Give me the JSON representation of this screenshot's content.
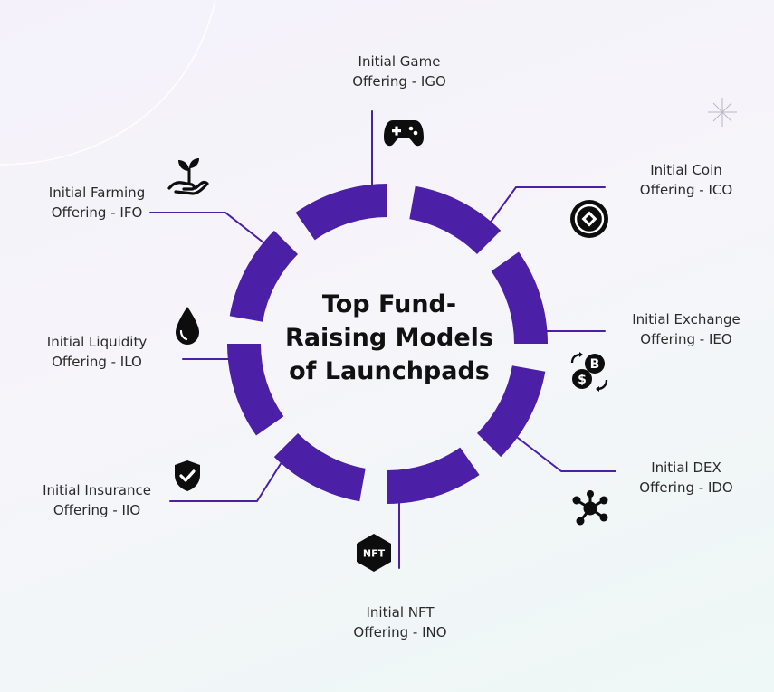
{
  "title": {
    "line1": "Top Fund-",
    "line2": "Raising Models",
    "line3": "of Launchpads"
  },
  "colors": {
    "ring": "#4b1fa6",
    "connector": "#4b1fa6",
    "text": "#2a2a2a",
    "title": "#111111",
    "icon": "#0d0d0d"
  },
  "models": [
    {
      "id": "igo",
      "line1": "Initial Game",
      "line2": "Offering - IGO",
      "icon": "gamepad-icon"
    },
    {
      "id": "ico",
      "line1": "Initial Coin",
      "line2": "Offering - ICO",
      "icon": "coin-icon"
    },
    {
      "id": "ieo",
      "line1": "Initial Exchange",
      "line2": "Offering - IEO",
      "icon": "currency-exchange-icon"
    },
    {
      "id": "ido",
      "line1": "Initial DEX",
      "line2": "Offering - IDO",
      "icon": "network-icon"
    },
    {
      "id": "ino",
      "line1": "Initial NFT",
      "line2": "Offering - INO",
      "icon": "nft-hexagon-icon",
      "icon_text": "NFT"
    },
    {
      "id": "iio",
      "line1": "Initial Insurance",
      "line2": "Offering - IIO",
      "icon": "shield-check-icon"
    },
    {
      "id": "ilo",
      "line1": "Initial Liquidity",
      "line2": "Offering - ILO",
      "icon": "drop-icon"
    },
    {
      "id": "ifo",
      "line1": "Initial Farming",
      "line2": "Offering - IFO",
      "icon": "plant-hand-icon"
    }
  ]
}
